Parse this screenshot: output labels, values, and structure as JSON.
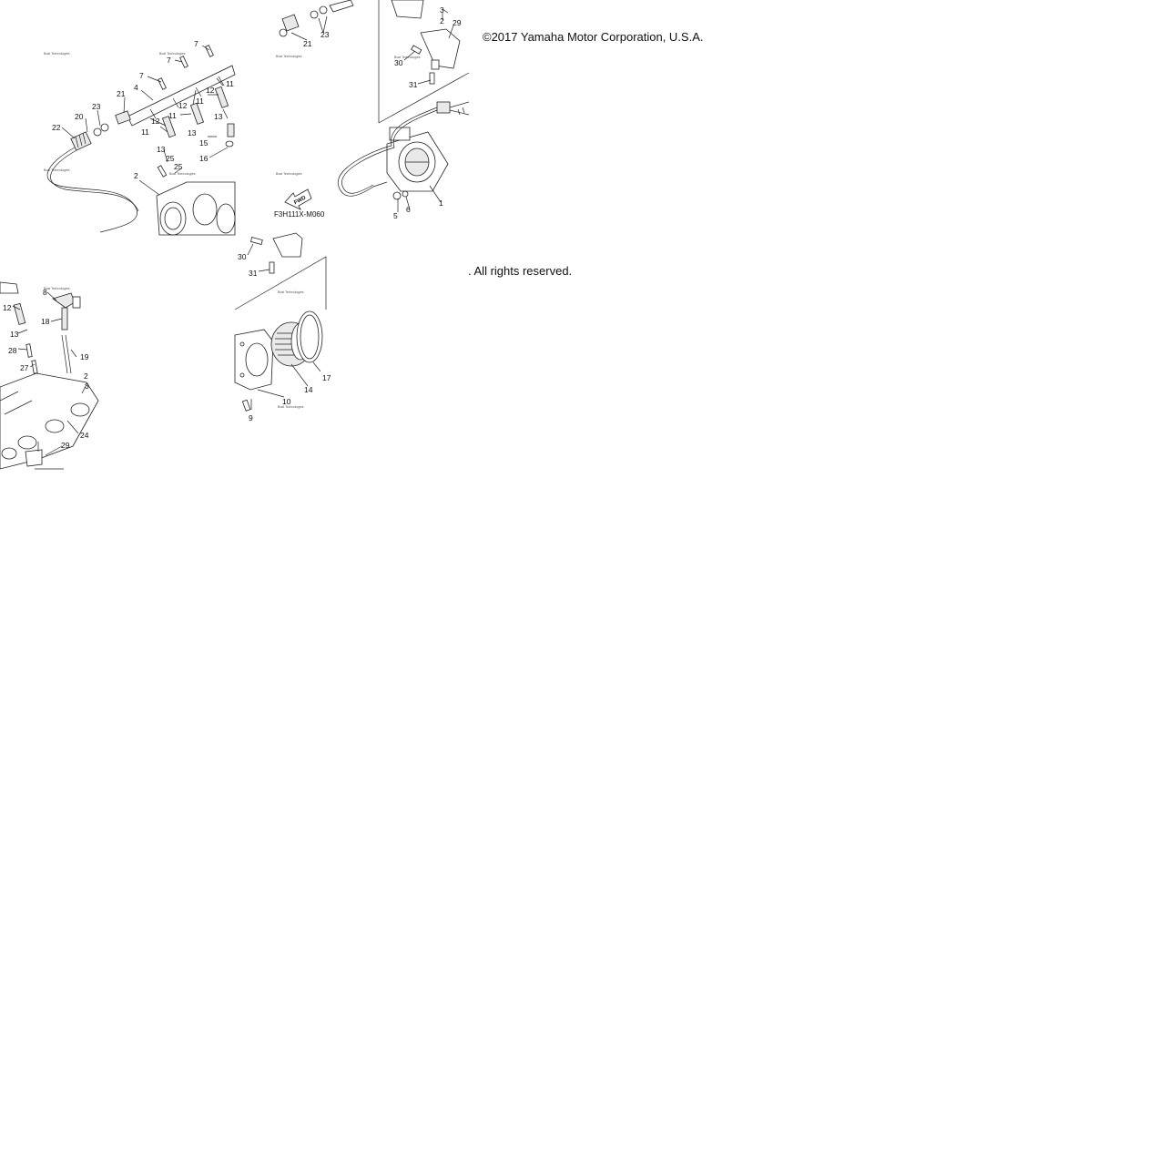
{
  "footer": {
    "copyright": "©2017 Yamaha Motor Corporation, U.S.A.",
    "rights": ". All rights reserved."
  },
  "diagram": {
    "code": "F3H111X-M060",
    "fwd_label": "FWD",
    "watermark": "Boat Technologies",
    "callouts": {
      "p1": "1",
      "p2a": "2",
      "p2b": "2",
      "p2c": "2",
      "p3a": "3",
      "p3b": "3",
      "p4": "4",
      "p5": "5",
      "p6": "6",
      "p7a": "7",
      "p7b": "7",
      "p7c": "7",
      "p8": "8",
      "p9": "9",
      "p10": "10",
      "p11a": "11",
      "p11b": "11",
      "p11c": "11",
      "p11d": "11",
      "p12a": "12",
      "p12b": "12",
      "p12c": "12",
      "p12d": "12",
      "p13a": "13",
      "p13b": "13",
      "p13c": "13",
      "p13d": "13",
      "p14": "14",
      "p15": "15",
      "p16": "16",
      "p17": "17",
      "p18": "18",
      "p19": "19",
      "p20": "20",
      "p21a": "21",
      "p21b": "21",
      "p22": "22",
      "p23a": "23",
      "p23b": "23",
      "p24": "24",
      "p25a": "25",
      "p25b": "25",
      "p27": "27",
      "p28": "28",
      "p29a": "29",
      "p29b": "29",
      "p30a": "30",
      "p30b": "30",
      "p31a": "31",
      "p31b": "31"
    }
  }
}
